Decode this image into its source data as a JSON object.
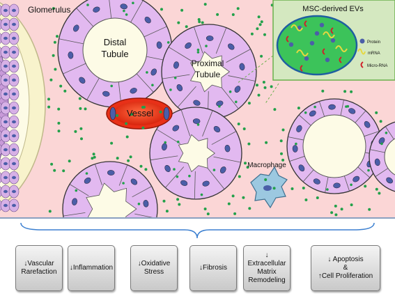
{
  "labels": {
    "glomerulus": "Glomerulus",
    "distal_tubule": [
      "Distal",
      "Tubule"
    ],
    "proximal_tubule": [
      "Proximal",
      "Tubule"
    ],
    "vessel": "Vessel",
    "macrophage": "Macrophage"
  },
  "inset": {
    "title": "MSC-derived EVs",
    "legend": {
      "protein": "Protein",
      "mrna": "mRNA",
      "microrna": "Micro-RNA"
    }
  },
  "colors": {
    "background": "#fbd6d6",
    "cell_fill": "#e2b9f0",
    "nucleus": "#4b5ea8",
    "lumen": "#fdfbe6",
    "vessel": "#e83018",
    "ev_dot": "#22a04a",
    "inset_bg": "#d4e8c0",
    "inset_body": "#3cc35a",
    "macrophage": "#9cc8e0"
  },
  "effects": [
    "↓Vascular\nRarefaction",
    "↓Inflammation",
    "↓Oxidative\nStress",
    "↓Fibrosis",
    "↓ Extracellular\nMatrix\nRemodeling",
    "↓ Apoptosis\n&\n↑Cell Proliferation"
  ]
}
